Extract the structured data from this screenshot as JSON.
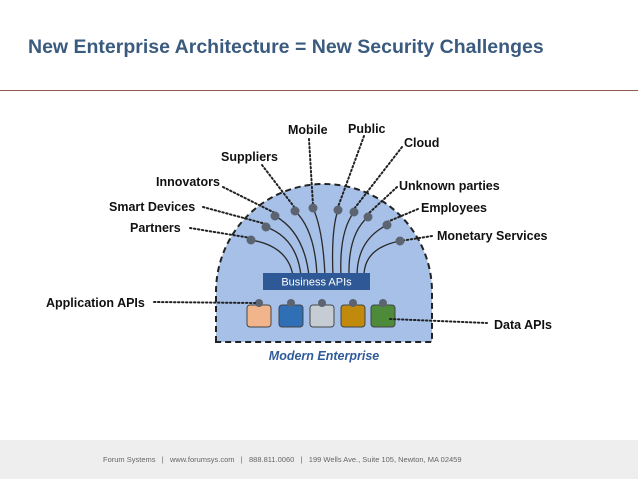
{
  "header": {
    "title": "New Enterprise Architecture = New Security Challenges"
  },
  "diagram": {
    "enterprise_label": "Modern Enterprise",
    "business_apis_label": "Business APIs",
    "labels": {
      "mobile": "Mobile",
      "public": "Public",
      "cloud": "Cloud",
      "suppliers": "Suppliers",
      "innovators": "Innovators",
      "unknown_parties": "Unknown parties",
      "smart_devices": "Smart Devices",
      "employees": "Employees",
      "partners": "Partners",
      "monetary_services": "Monetary Services",
      "application_apis": "Application APIs",
      "data_apis": "Data APIs"
    },
    "colors": {
      "dome_fill": "#a7c0e8",
      "dome_border": "#222222",
      "business_bar": "#2e5896",
      "node": "#5b6470",
      "block_1": "#f2b48a",
      "block_2": "#2f6fb6",
      "block_3": "#c6ccd3",
      "block_4": "#c28a0c",
      "block_5": "#4d8a39",
      "enterprise_text": "#2f5b9a"
    }
  },
  "footer": {
    "text": "Forum Systems   |   www.forumsys.com   |   888.811.0060   |   199 Wells Ave., Suite 105, Newton, MA 02459"
  }
}
